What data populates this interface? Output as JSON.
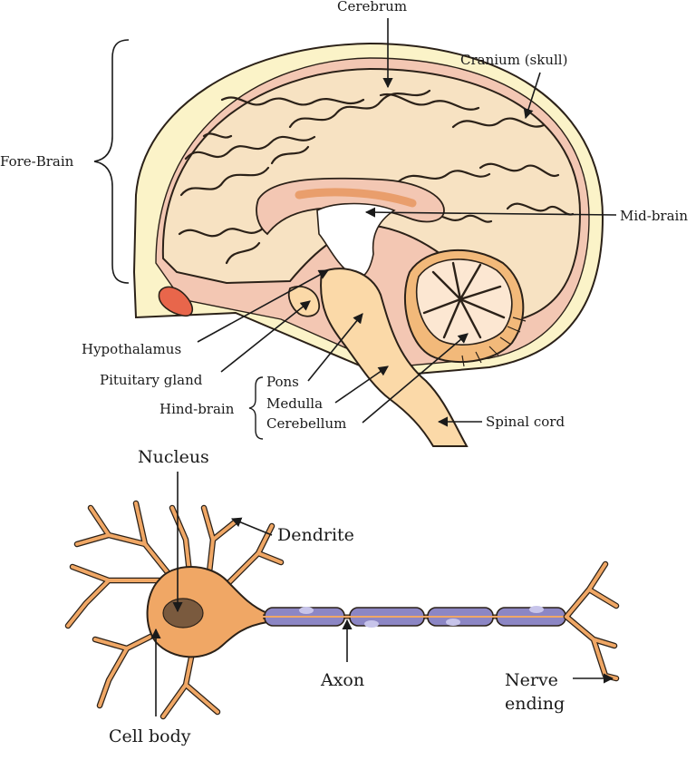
{
  "brain": {
    "labels": {
      "cerebrum": "Cerebrum",
      "cranium": "Cranium (skull)",
      "forebrain": "Fore-Brain",
      "midbrain": "Mid-brain",
      "hypothalamus": "Hypothalamus",
      "pituitary": "Pituitary gland",
      "hindbrain": "Hind-brain",
      "pons": "Pons",
      "medulla": "Medulla",
      "cerebellum": "Cerebellum",
      "spinal_cord": "Spinal cord"
    }
  },
  "neuron": {
    "labels": {
      "nucleus": "Nucleus",
      "dendrite": "Dendrite",
      "axon": "Axon",
      "nerve_ending_1": "Nerve",
      "nerve_ending_2": "ending",
      "cell_body": "Cell body"
    }
  },
  "colors": {
    "brain_tissue": "#f7e2c2",
    "skull": "#fbf3c8",
    "meninges": "#f3c7b3",
    "brainstem": "#fbd9a8",
    "cell_body": "#f0a765",
    "nucleus": "#7a5a3e",
    "myelin": "#8c86c4",
    "eye_red": "#e8664b"
  }
}
